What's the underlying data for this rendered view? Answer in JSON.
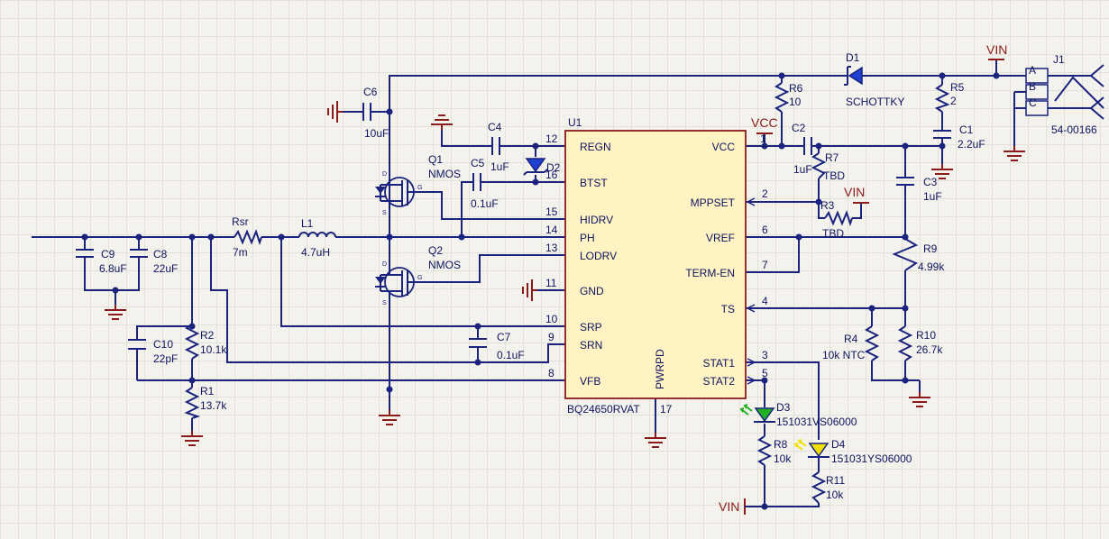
{
  "ic": {
    "ref": "U1",
    "part": "BQ24650RVAT",
    "pins": [
      {
        "num": "12",
        "name": "REGN"
      },
      {
        "num": "16",
        "name": "BTST"
      },
      {
        "num": "15",
        "name": "HIDRV"
      },
      {
        "num": "14",
        "name": "PH"
      },
      {
        "num": "13",
        "name": "LODRV"
      },
      {
        "num": "11",
        "name": "GND"
      },
      {
        "num": "10",
        "name": "SRP"
      },
      {
        "num": "9",
        "name": "SRN"
      },
      {
        "num": "8",
        "name": "VFB"
      },
      {
        "num": "1",
        "name": "VCC"
      },
      {
        "num": "2",
        "name": "MPPSET"
      },
      {
        "num": "6",
        "name": "VREF"
      },
      {
        "num": "7",
        "name": "TERM-EN"
      },
      {
        "num": "4",
        "name": "TS"
      },
      {
        "num": "3",
        "name": "STAT1"
      },
      {
        "num": "5",
        "name": "STAT2"
      },
      {
        "num": "17",
        "name": "PWRPD"
      }
    ]
  },
  "components": [
    {
      "ref": "C6",
      "value": "10uF"
    },
    {
      "ref": "C4",
      "value": "1uF"
    },
    {
      "ref": "C5",
      "value": "0.1uF"
    },
    {
      "ref": "D2",
      "value": ""
    },
    {
      "ref": "Q1",
      "value": "NMOS"
    },
    {
      "ref": "Q2",
      "value": "NMOS"
    },
    {
      "ref": "Rsr",
      "value": "7m"
    },
    {
      "ref": "L1",
      "value": "4.7uH"
    },
    {
      "ref": "C9",
      "value": "6.8uF"
    },
    {
      "ref": "C8",
      "value": "22uF"
    },
    {
      "ref": "C10",
      "value": "22pF"
    },
    {
      "ref": "R2",
      "value": "10.1k"
    },
    {
      "ref": "R1",
      "value": "13.7k"
    },
    {
      "ref": "C7",
      "value": "0.1uF"
    },
    {
      "ref": "D1",
      "value": "SCHOTTKY"
    },
    {
      "ref": "R6",
      "value": "10"
    },
    {
      "ref": "R5",
      "value": "2"
    },
    {
      "ref": "C1",
      "value": "2.2uF"
    },
    {
      "ref": "C2",
      "value": "1uF"
    },
    {
      "ref": "R7",
      "value": "TBD"
    },
    {
      "ref": "C3",
      "value": "1uF"
    },
    {
      "ref": "R3",
      "value": "TBD"
    },
    {
      "ref": "R9",
      "value": "4.99k"
    },
    {
      "ref": "R4",
      "value": "10k NTC"
    },
    {
      "ref": "R10",
      "value": "26.7k"
    },
    {
      "ref": "D3",
      "value": "151031VS06000"
    },
    {
      "ref": "D4",
      "value": "151031YS06000"
    },
    {
      "ref": "R8",
      "value": "10k"
    },
    {
      "ref": "R11",
      "value": "10k"
    }
  ],
  "connector": {
    "ref": "J1",
    "part": "54-00166",
    "pins": [
      "A",
      "B",
      "C"
    ]
  },
  "nets": {
    "vin": "VIN",
    "vcc": "VCC"
  },
  "colors": {
    "wire": "#1a237e",
    "ground": "#8b1a1a",
    "ic_fill": "#fff3c4",
    "led_green": "#22b022",
    "led_yellow": "#f0e000",
    "diode": "#1f3fd0"
  }
}
